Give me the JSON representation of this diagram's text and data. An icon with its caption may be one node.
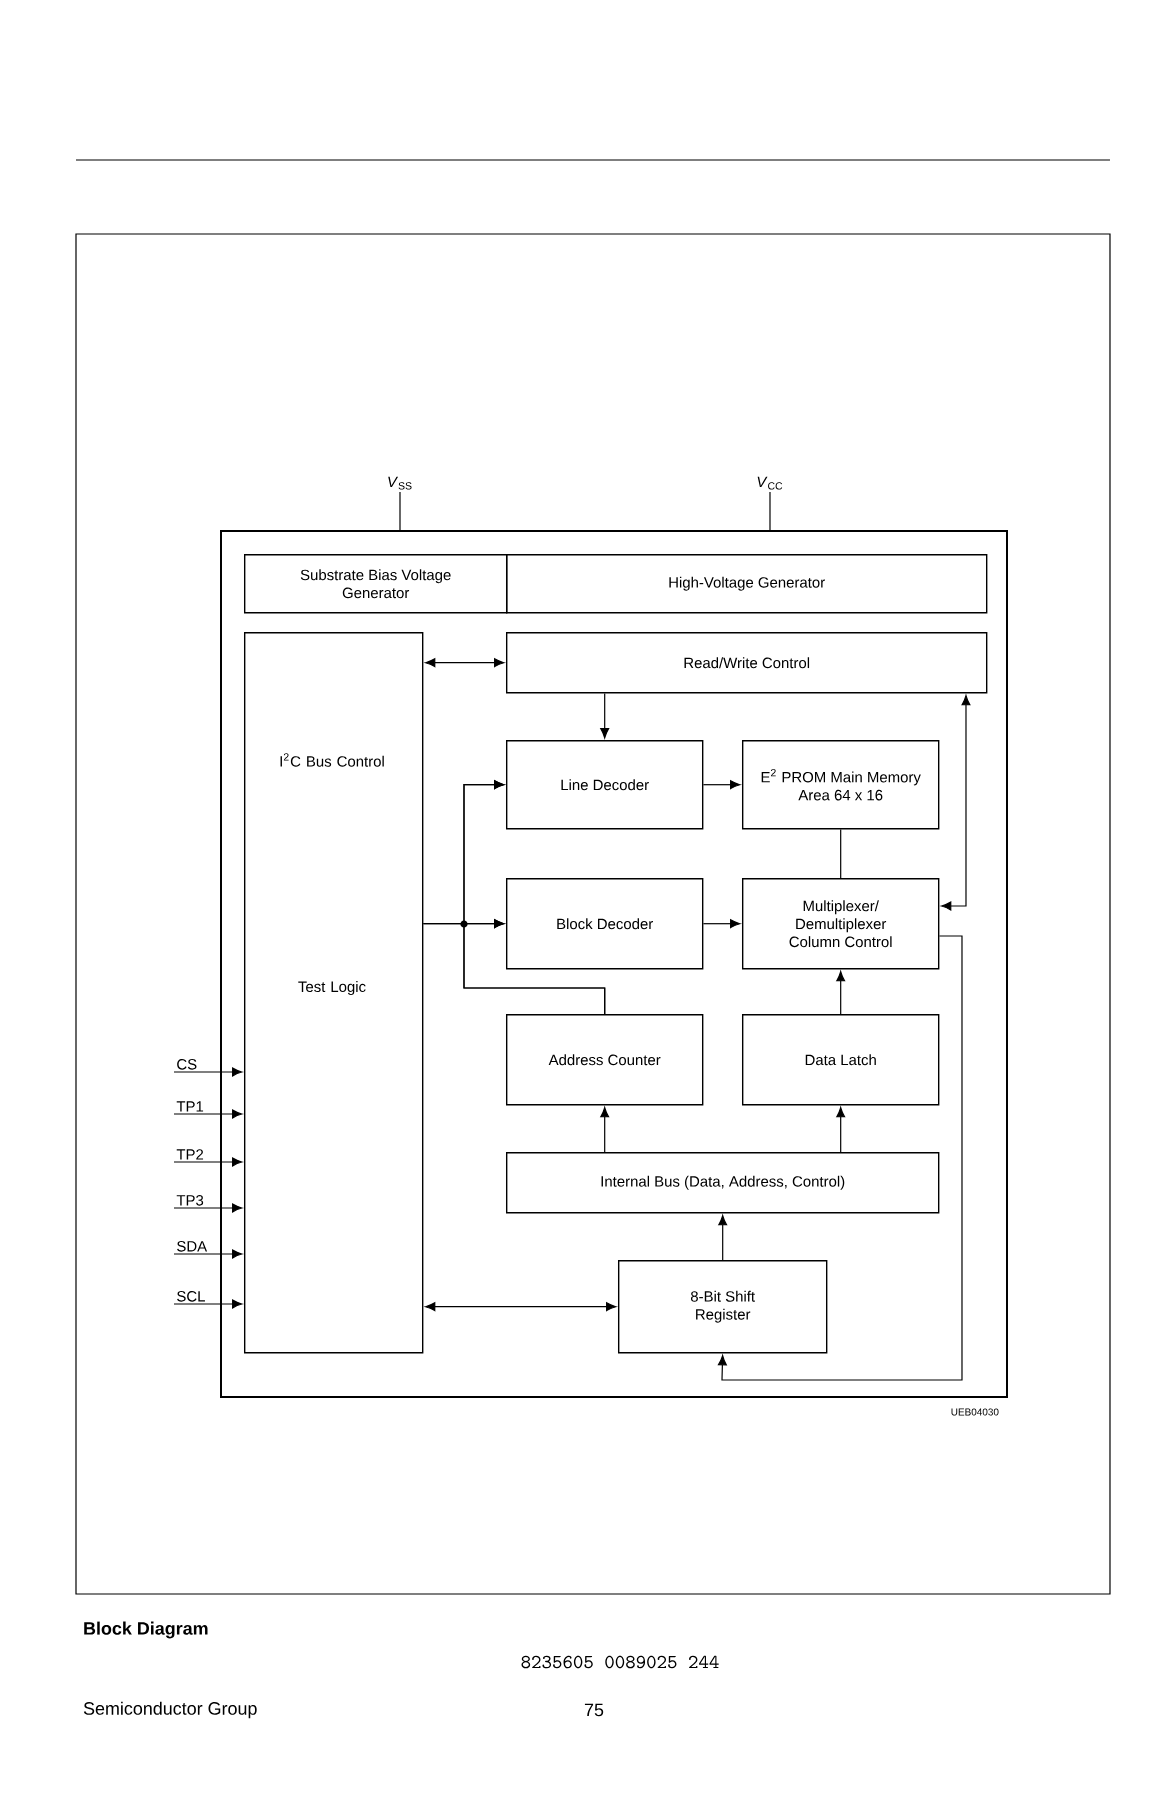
{
  "diagram": {
    "caption": "Block Diagram",
    "nodes": [
      {
        "text": [],
        "shape": "box"
      },
      {
        "text": [
          "Substrate Bias Voltage Generator"
        ],
        "in": 0
      },
      {
        "text": [
          "High-Voltage Generator"
        ],
        "in": 0
      },
      {
        "text": [
          "I$^{2}$C Bus Control",
          "Test Logic"
        ],
        "in": 0
      },
      {
        "text": [
          "Read/Write Control"
        ],
        "in": 0
      },
      {
        "text": [
          "Line Decoder"
        ],
        "in": 0
      },
      {
        "text": [
          "E$^{2}$ PROM Main Memory Area 64 x 16"
        ],
        "in": 0
      },
      {
        "text": [
          "Block Decoder"
        ],
        "in": 0
      },
      {
        "text": [
          "Multiplexer/ Demultiplexer Column Control"
        ],
        "in": 0
      },
      {
        "text": [
          "Address Counter"
        ],
        "in": 0
      },
      {
        "text": [
          "Data Latch"
        ],
        "in": 0
      },
      {
        "text": [
          "Internal Bus (Data, Address, Control)"
        ],
        "in": 0
      },
      {
        "text": [
          "8-Bit Shift Register"
        ],
        "in": 0
      },
      {
        "text": [
          "*V*$_{SS}$"
        ]
      },
      {
        "text": [
          "*V*$_{CC}$"
        ]
      },
      {
        "text": [
          "CS"
        ]
      },
      {
        "text": [
          "TP1"
        ]
      },
      {
        "text": [
          "TP2"
        ]
      },
      {
        "text": [
          "TP3"
        ]
      },
      {
        "text": [
          "SDA"
        ]
      },
      {
        "text": [
          "SCL"
        ]
      }
    ],
    "edges": [
      {
        "from": 13,
        "to": 0,
        "arrow": "none"
      },
      {
        "from": 14,
        "to": 0,
        "arrow": "none"
      },
      {
        "from": 3,
        "to": 4,
        "arrow": "both"
      },
      {
        "from": 4,
        "to": 5,
        "arrow": "to"
      },
      {
        "from": 5,
        "to": 6,
        "arrow": "to"
      },
      {
        "from": 6,
        "to": 8,
        "arrow": "none"
      },
      {
        "from": 7,
        "to": 8,
        "arrow": "to"
      },
      {
        "from": 3,
        "to": 7,
        "arrow": "to"
      },
      {
        "from": 3,
        "to": 5,
        "arrow": "to"
      },
      {
        "from": 9,
        "to": 7,
        "arrow": "to"
      },
      {
        "from": 9,
        "to": 5,
        "arrow": "to"
      },
      {
        "from": 10,
        "to": 8,
        "arrow": "to"
      },
      {
        "from": 11,
        "to": 9,
        "arrow": "to"
      },
      {
        "from": 11,
        "to": 10,
        "arrow": "to"
      },
      {
        "from": 12,
        "to": 11,
        "arrow": "to"
      },
      {
        "from": 3,
        "to": 12,
        "arrow": "both"
      },
      {
        "from": 4,
        "to": 8,
        "arrow": "both"
      },
      {
        "from": 8,
        "to": 12,
        "arrow": "to"
      },
      {
        "from": 15,
        "to": 3,
        "arrow": "to"
      },
      {
        "from": 16,
        "to": 3,
        "arrow": "to"
      },
      {
        "from": 17,
        "to": 3,
        "arrow": "to"
      },
      {
        "from": 18,
        "to": 3,
        "arrow": "to"
      },
      {
        "from": 19,
        "to": 3,
        "arrow": "to"
      },
      {
        "from": 20,
        "to": 3,
        "arrow": "to"
      }
    ],
    "labels": [
      "UEB04030",
      "8235605 0089025 244",
      "Semiconductor Group",
      "75"
    ]
  }
}
